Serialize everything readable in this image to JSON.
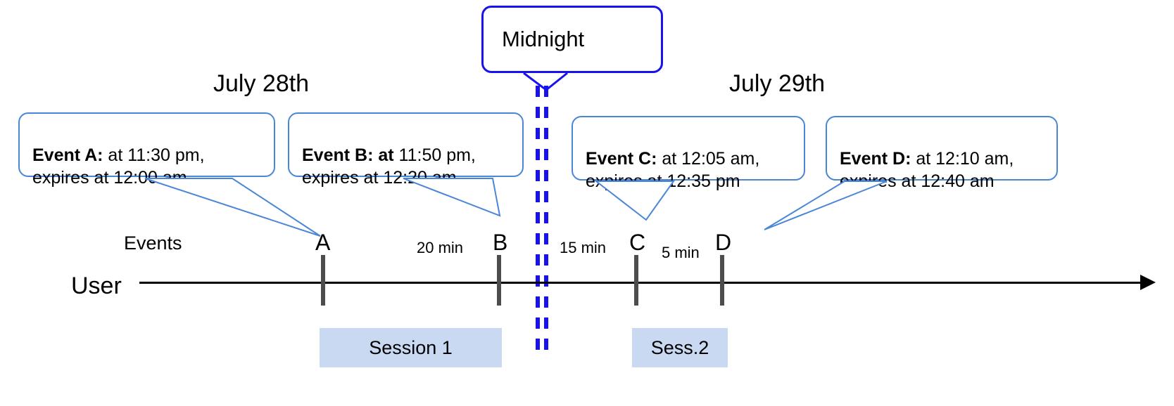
{
  "diagram": {
    "title_callout": {
      "label": "Midnight"
    },
    "dates": [
      {
        "label": "July 28th"
      },
      {
        "label": "July 29th"
      }
    ],
    "row_labels": {
      "events": "Events",
      "user": "User"
    },
    "events": [
      {
        "marker": "A",
        "bold": "Event A:",
        "rest": " at 11:30 pm,\nexpires at 12:00 am"
      },
      {
        "marker": "B",
        "bold": "Event B: at",
        "rest": " 11:50 pm,\nexpires at 12:20 am"
      },
      {
        "marker": "C",
        "bold": "Event C:",
        "rest": " at 12:05 am,\nexpires at 12:35 pm"
      },
      {
        "marker": "D",
        "bold": "Event D:",
        "rest": "  at 12:10 am,\nexpires at 12:40 am"
      }
    ],
    "intervals": [
      {
        "label": "20 min"
      },
      {
        "label": "15 min"
      },
      {
        "label": "5 min"
      }
    ],
    "sessions": [
      {
        "label": "Session 1"
      },
      {
        "label": "Sess.2"
      }
    ],
    "colors": {
      "callout_border": "#4a86d8",
      "midnight_border": "#1811f0",
      "midnight_line": "#1811f0",
      "session_fill": "#c9d9f2",
      "axis": "#000000",
      "tick": "#4d4d4d"
    }
  }
}
